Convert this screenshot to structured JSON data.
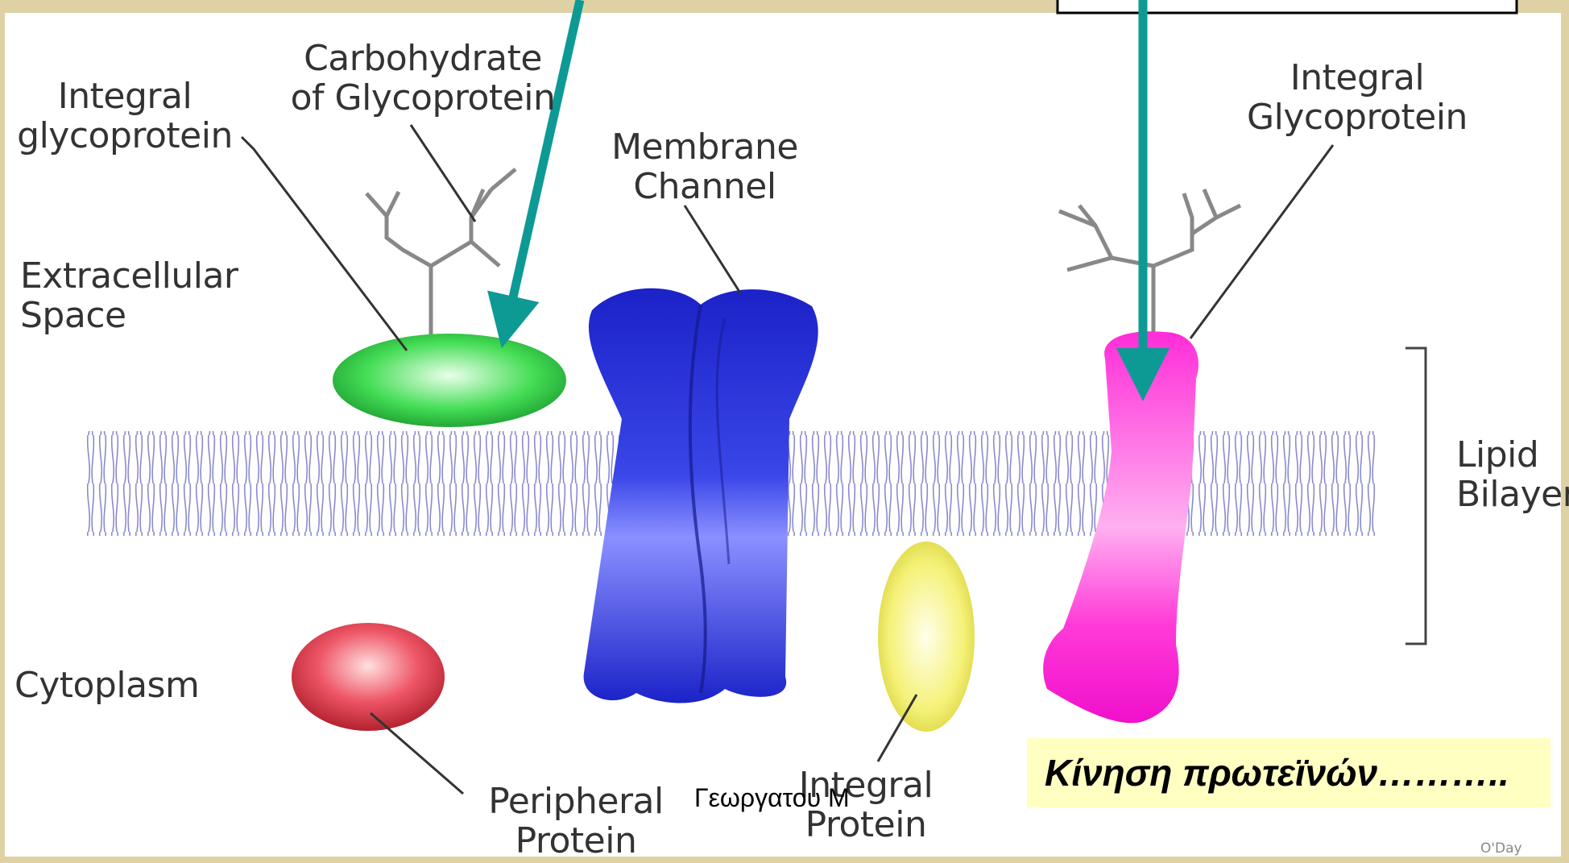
{
  "labels": {
    "integral_glycoprotein_left": [
      "Integral",
      "glycoprotein"
    ],
    "carbohydrate": [
      "Carbohydrate",
      "of Glycoprotein"
    ],
    "membrane_channel": [
      "Membrane",
      "Channel"
    ],
    "integral_glycoprotein_right": [
      "Integral",
      "Glycoprotein"
    ],
    "extracellular_space": [
      "Extracellular",
      "Space"
    ],
    "lipid_bilayer": [
      "Lipid",
      "Bilayer"
    ],
    "cytoplasm": "Cytoplasm",
    "peripheral_protein": [
      "Peripheral",
      "Protein"
    ],
    "integral_protein": [
      "Integral",
      "Protein"
    ]
  },
  "caption": "Κίνηση πρωτεϊνών………..",
  "author": "Γεωργατου Μ",
  "credit": "O'Day",
  "colors": {
    "frame": "#ded2a4",
    "arrow": "#0e9a94",
    "phospholipid": "#8080c8",
    "green_protein": "#33cc55",
    "channel": "#2b35d6",
    "magenta_protein": "#ff22dd",
    "red_protein": "#ee4455",
    "yellow_protein": "#f3f060",
    "caption_bg": "#ffffc2"
  }
}
